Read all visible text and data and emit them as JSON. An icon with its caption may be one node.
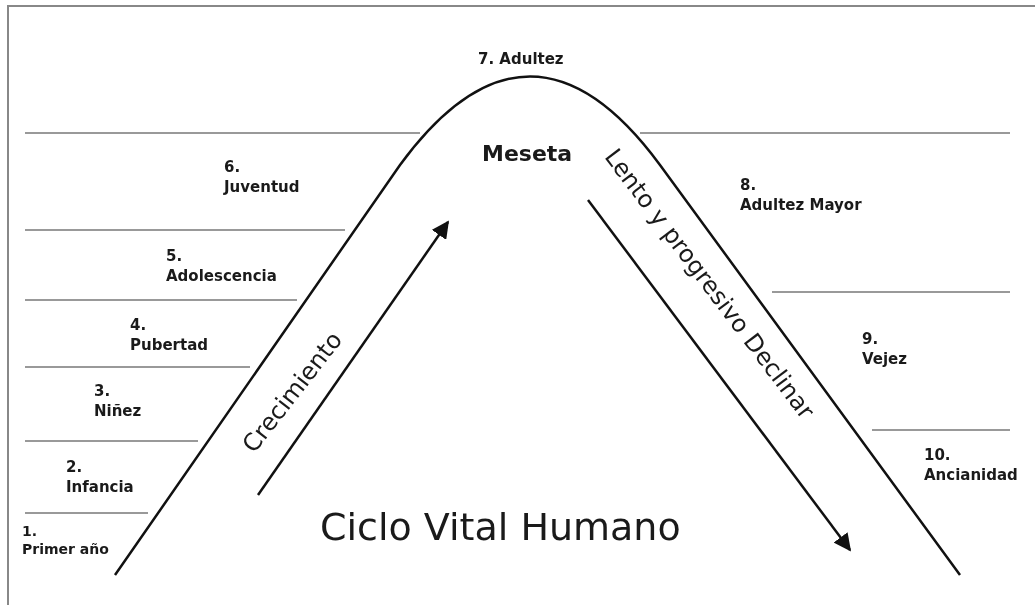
{
  "diagram": {
    "title": "Ciclo Vital Humano",
    "labels": [
      "7. Adultez",
      "Meseta",
      "6. Juventud",
      "8. Adultez Mayor",
      "5. Adolescencia",
      "Crecimiento",
      "Lento y progresivo Declinar",
      "4. Pubertad",
      "9. Vejez",
      "3. Niñez",
      "2. Infancia",
      "10. Ancianidad",
      "1. Primer año"
    ]
  }
}
